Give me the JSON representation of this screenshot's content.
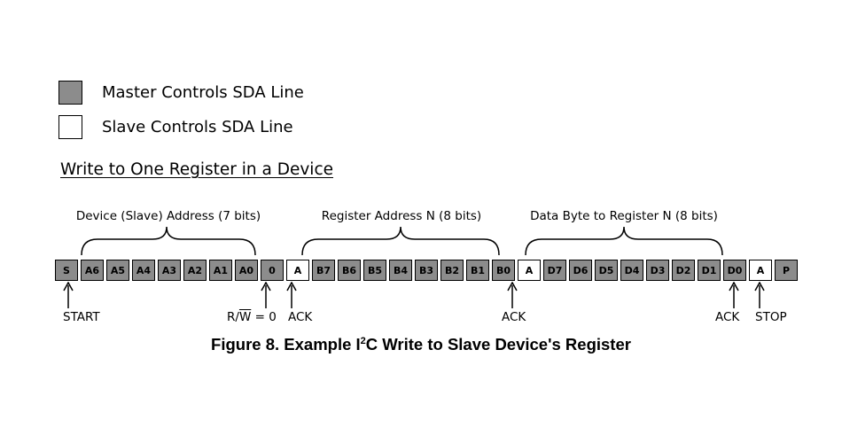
{
  "legend": {
    "master_label": "Master Controls SDA Line",
    "slave_label": "Slave Controls SDA Line"
  },
  "section_title": "Write to One Register in a Device",
  "brackets": {
    "device_address": "Device (Slave) Address (7 bits)",
    "register_address": "Register Address N (8 bits)",
    "data_byte": "Data Byte to Register N (8 bits)"
  },
  "bits": [
    {
      "label": "S",
      "controller": "master"
    },
    {
      "label": "A6",
      "controller": "master"
    },
    {
      "label": "A5",
      "controller": "master"
    },
    {
      "label": "A4",
      "controller": "master"
    },
    {
      "label": "A3",
      "controller": "master"
    },
    {
      "label": "A2",
      "controller": "master"
    },
    {
      "label": "A1",
      "controller": "master"
    },
    {
      "label": "A0",
      "controller": "master"
    },
    {
      "label": "0",
      "controller": "master"
    },
    {
      "label": "A",
      "controller": "slave"
    },
    {
      "label": "B7",
      "controller": "master"
    },
    {
      "label": "B6",
      "controller": "master"
    },
    {
      "label": "B5",
      "controller": "master"
    },
    {
      "label": "B4",
      "controller": "master"
    },
    {
      "label": "B3",
      "controller": "master"
    },
    {
      "label": "B2",
      "controller": "master"
    },
    {
      "label": "B1",
      "controller": "master"
    },
    {
      "label": "B0",
      "controller": "master"
    },
    {
      "label": "A",
      "controller": "slave"
    },
    {
      "label": "D7",
      "controller": "master"
    },
    {
      "label": "D6",
      "controller": "master"
    },
    {
      "label": "D5",
      "controller": "master"
    },
    {
      "label": "D4",
      "controller": "master"
    },
    {
      "label": "D3",
      "controller": "master"
    },
    {
      "label": "D2",
      "controller": "master"
    },
    {
      "label": "D1",
      "controller": "master"
    },
    {
      "label": "D0",
      "controller": "master"
    },
    {
      "label": "A",
      "controller": "slave"
    },
    {
      "label": "P",
      "controller": "master"
    }
  ],
  "markers": {
    "start": "START",
    "rw_prefix": "R/",
    "rw_over": "W",
    "rw_suffix": " = 0",
    "ack1": "ACK",
    "ack2": "ACK",
    "ack3": "ACK",
    "stop": "STOP"
  },
  "caption": {
    "prefix": "Figure 8. Example I",
    "sup": "2",
    "suffix": "C Write to Slave Device's Register"
  },
  "colors": {
    "master_fill": "#8c8c8c",
    "slave_fill": "#ffffff"
  }
}
